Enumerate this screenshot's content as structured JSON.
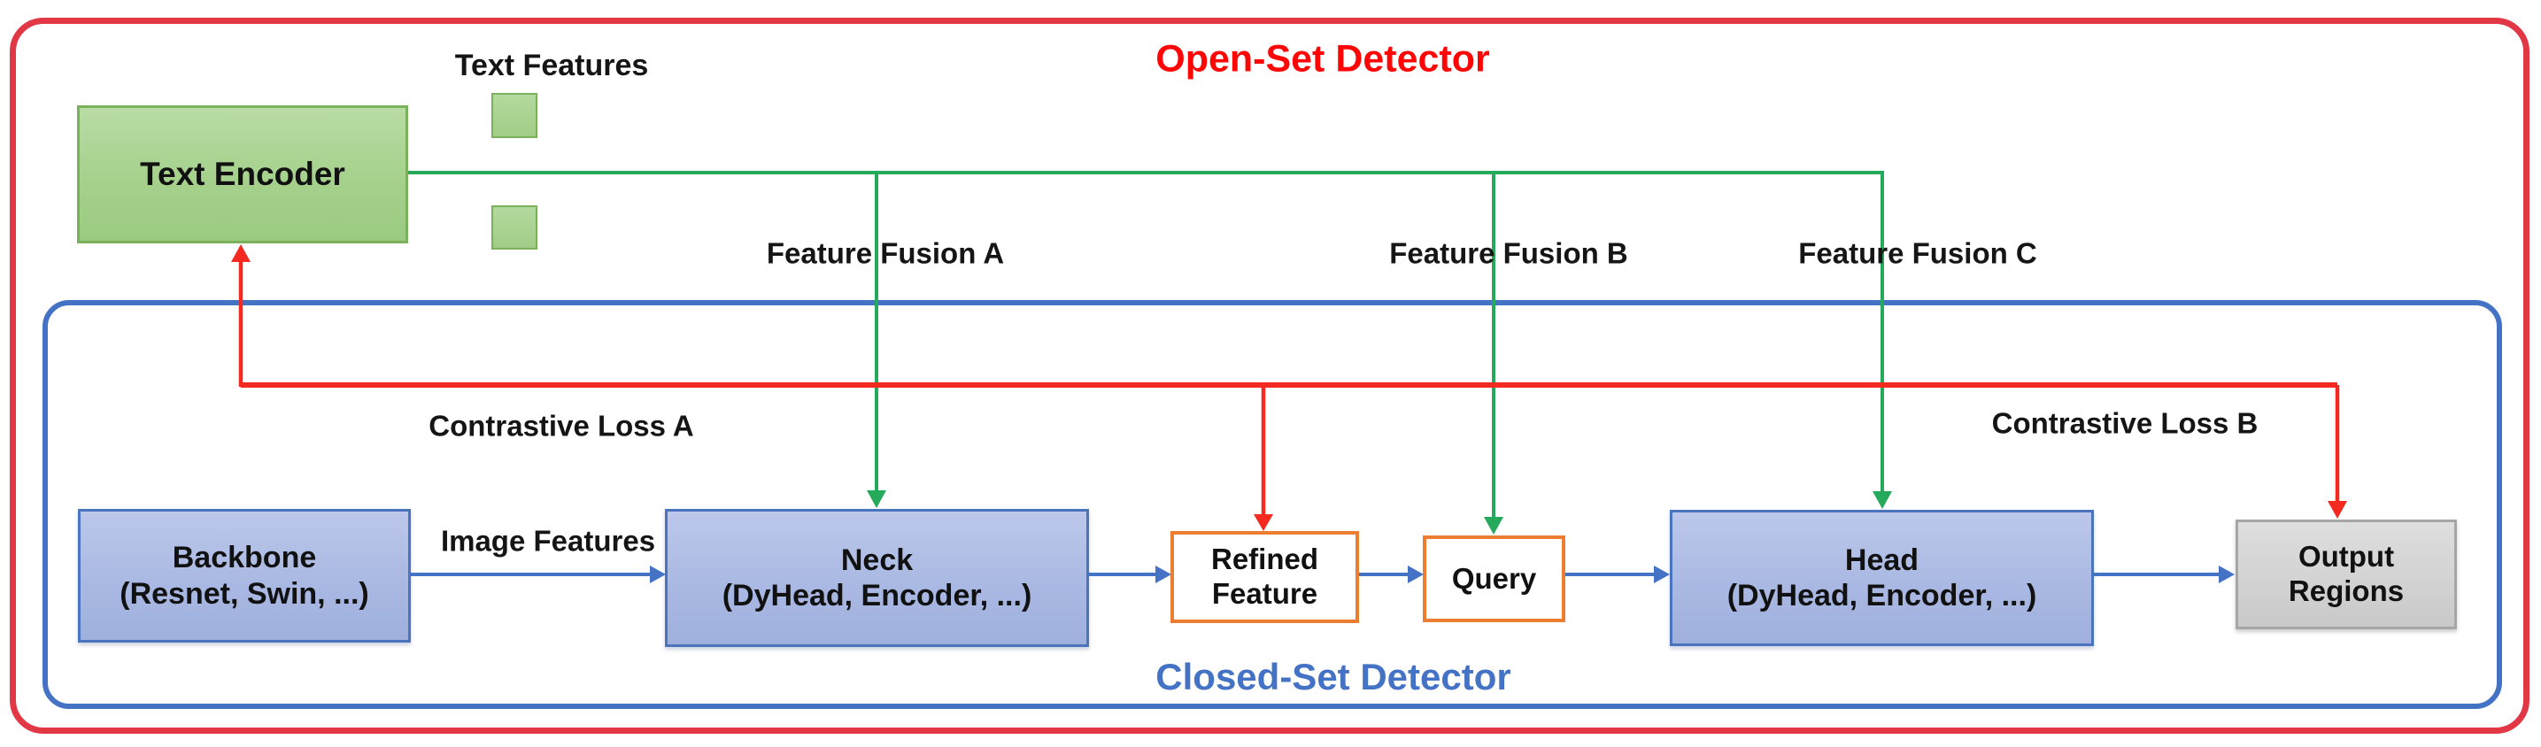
{
  "diagram": {
    "open_set_title": "Open-Set Detector",
    "closed_set_title": "Closed-Set Detector",
    "labels": {
      "text_features": "Text Features",
      "image_features": "Image Features",
      "feature_fusion_a": "Feature Fusion A",
      "feature_fusion_b": "Feature Fusion B",
      "feature_fusion_c": "Feature Fusion C",
      "contrastive_loss_a": "Contrastive Loss A",
      "contrastive_loss_b": "Contrastive Loss B"
    },
    "boxes": {
      "text_encoder": {
        "label": "Text Encoder"
      },
      "backbone": {
        "line1": "Backbone",
        "line2": "(Resnet, Swin, ...)"
      },
      "neck": {
        "line1": "Neck",
        "line2": "(DyHead, Encoder, ...)"
      },
      "refined_feature": {
        "line1": "Refined",
        "line2": "Feature"
      },
      "query": {
        "label": "Query"
      },
      "head": {
        "line1": "Head",
        "line2": "(DyHead, Encoder, ...)"
      },
      "output_regions": {
        "line1": "Output",
        "line2": "Regions"
      }
    },
    "colors": {
      "open_set_border": "#e23744",
      "open_set_title": "#fe0606",
      "closed_set_border": "#4472c4",
      "closed_set_title": "#4472c4",
      "green_line": "#25a95a",
      "red_line": "#f42a21",
      "blue_line": "#4472c4",
      "green_fill": "#a5d18c",
      "blue_fill": "#aab9e3",
      "orange_border": "#ed7d31",
      "gray_fill": "#d2d2d2"
    }
  }
}
